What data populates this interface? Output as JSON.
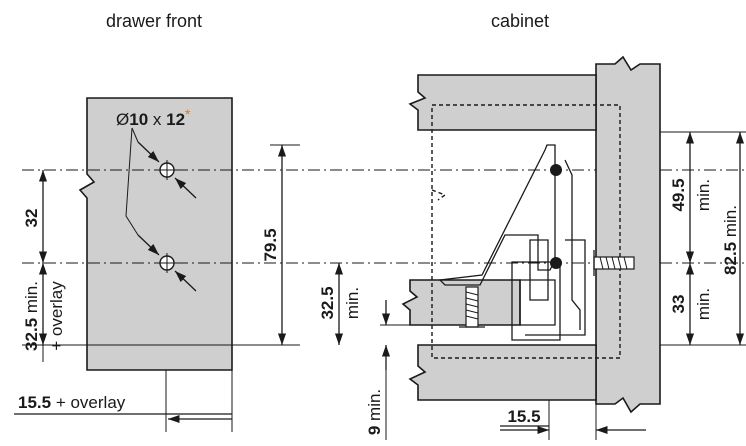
{
  "labels": {
    "drawer_front": "drawer front",
    "cabinet": "cabinet"
  },
  "drill_spec": {
    "diameter_symbol": "Ø",
    "diameter": "10",
    "times": " x ",
    "depth": "12",
    "asterisk": "*",
    "asterisk_color": "#e8751a"
  },
  "dimensions": {
    "hole_spacing": "32",
    "lower_hole_value": "32.5",
    "lower_hole_suffix": " min.",
    "lower_hole_overlay": "+ overlay",
    "side_value": "15.5",
    "side_suffix": " + overlay",
    "height_total": "79.5",
    "bottom_value": "32.5",
    "bottom_suffix": "min.",
    "bottom_gap_value": "9",
    "bottom_gap_suffix": " min.",
    "cabinet_setback": "15.5",
    "upper_value": "49.5",
    "upper_suffix": "min.",
    "total_value": "82.5",
    "total_suffix": " min.",
    "lower_value": "33",
    "lower_suffix": "min."
  }
}
